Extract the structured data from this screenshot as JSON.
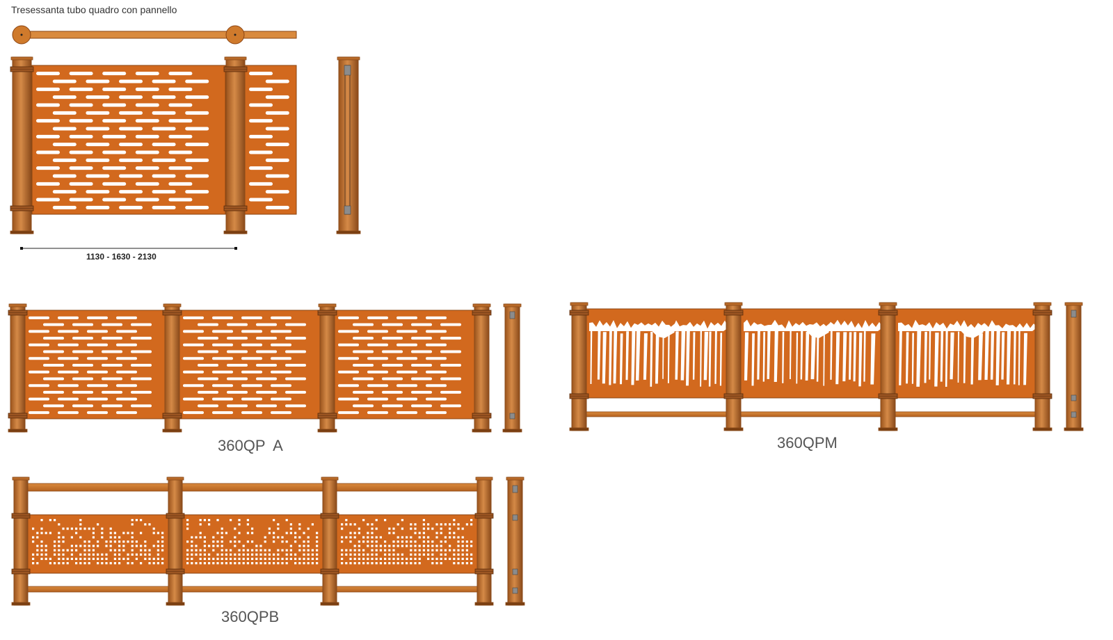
{
  "header": {
    "title": "Tresessanta tubo quadro con pannello"
  },
  "dimension": {
    "label": "1130 - 1630 - 2130"
  },
  "models": [
    {
      "code": "360QP  A",
      "pattern": "slots"
    },
    {
      "code": "360QPM",
      "pattern": "reeds"
    },
    {
      "code": "360QPB",
      "pattern": "square-holes"
    }
  ],
  "colors": {
    "panel": "#d2691e",
    "panel_edge": "#8b4513",
    "post_light": "#c8742e",
    "post_dark": "#8a4a1a",
    "cutout": "#ffffff"
  }
}
